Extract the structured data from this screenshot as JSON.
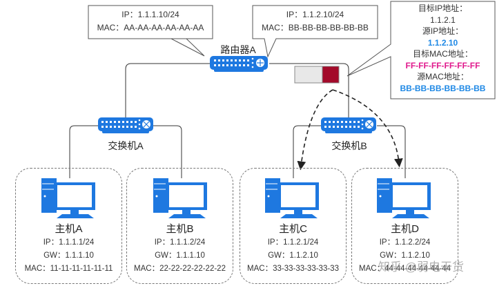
{
  "router": {
    "name": "路由器A",
    "left_interface": {
      "ip": "IP：1.1.1.10/24",
      "mac": "MAC：AA-AA-AA-AA-AA-AA"
    },
    "right_interface": {
      "ip": "IP：1.1.2.10/24",
      "mac": "MAC：BB-BB-BB-BB-BB-BB"
    }
  },
  "switches": [
    {
      "name": "交换机A"
    },
    {
      "name": "交换机B"
    }
  ],
  "hosts": [
    {
      "name": "主机A",
      "ip": "IP：1.1.1.1/24",
      "gw": "GW：1.1.1.10",
      "mac": "MAC：11-11-11-11-11-11"
    },
    {
      "name": "主机B",
      "ip": "IP：1.1.1.2/24",
      "gw": "GW：1.1.1.10",
      "mac": "MAC：22-22-22-22-22-22"
    },
    {
      "name": "主机C",
      "ip": "IP：1.1.2.1/24",
      "gw": "GW：1.1.2.10",
      "mac": "MAC：33-33-33-33-33-33"
    },
    {
      "name": "主机D",
      "ip": "IP：1.1.2.2/24",
      "gw": "GW：1.1.2.10",
      "mac": "MAC：44-44-44-44-44-44"
    }
  ],
  "packet": {
    "dst_ip_label": "目标IP地址：",
    "dst_ip": "1.1.2.1",
    "src_ip_label": "源IP地址：",
    "src_ip": "1.1.2.10",
    "dst_mac_label": "目标MAC地址：",
    "dst_mac": "FF-FF-FF-FF-FF-FF",
    "src_mac_label": "源MAC地址：",
    "src_mac": "BB-BB-BB-BB-BB-BB"
  },
  "colors": {
    "device_blue": "#1e78e0",
    "packet_header": "#a30a2a",
    "packet_body": "#e8e8e8",
    "src_highlight": "#1e88e5",
    "dst_highlight": "#e0188c"
  },
  "watermark": "知乎 @弱电干货"
}
